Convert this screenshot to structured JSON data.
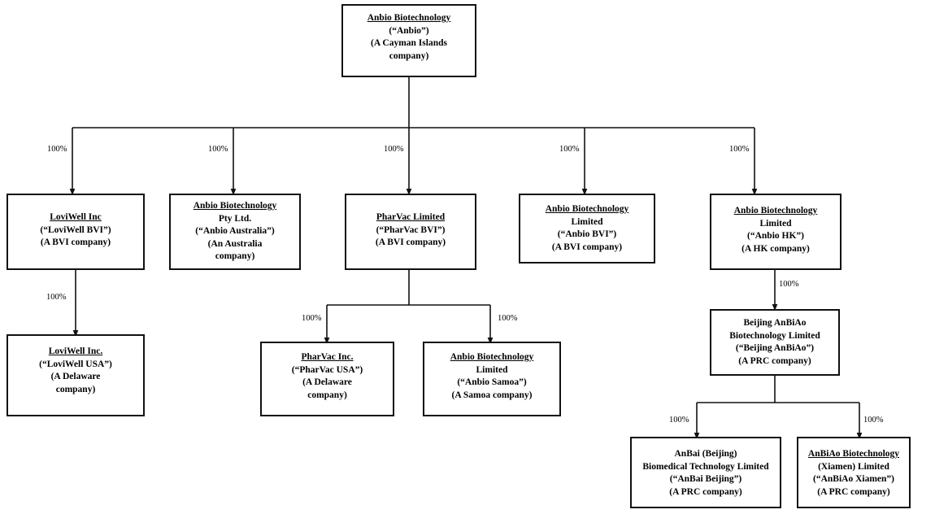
{
  "diagram": {
    "title": "Anbio Biotechnology corporate structure chart",
    "edge_color": "#111111",
    "box_border_color": "#111111",
    "background": "#ffffff"
  },
  "nodes": [
    {
      "id": "anbio-cayman",
      "lines": [
        {
          "text": "Anbio Biotechnology",
          "underline": true
        },
        {
          "text": "(“Anbio”)",
          "underline": false
        },
        {
          "text": "(A Cayman Islands",
          "underline": false
        },
        {
          "text": "company)",
          "underline": false
        }
      ]
    },
    {
      "id": "loviwell-bvi",
      "lines": [
        {
          "text": "LoviWell Inc",
          "underline": true
        },
        {
          "text": "(“LoviWell BVI”)",
          "underline": false
        },
        {
          "text": "(A BVI company)",
          "underline": false
        }
      ]
    },
    {
      "id": "anbio-australia",
      "lines": [
        {
          "text": "Anbio Biotechnology",
          "underline": true
        },
        {
          "text": "Pty Ltd.",
          "underline": false
        },
        {
          "text": "(“Anbio Australia”)",
          "underline": false
        },
        {
          "text": "(An Australia",
          "underline": false
        },
        {
          "text": "company)",
          "underline": false
        }
      ]
    },
    {
      "id": "pharvac-bvi",
      "lines": [
        {
          "text": "PharVac Limited",
          "underline": true
        },
        {
          "text": "(“PharVac BVI”)",
          "underline": false
        },
        {
          "text": "(A BVI company)",
          "underline": false
        }
      ]
    },
    {
      "id": "anbio-bvi",
      "lines": [
        {
          "text": "Anbio Biotechnology",
          "underline": true
        },
        {
          "text": "Limited",
          "underline": false
        },
        {
          "text": "(“Anbio BVI”)",
          "underline": false
        },
        {
          "text": "(A BVI company)",
          "underline": false
        }
      ]
    },
    {
      "id": "anbio-hk",
      "lines": [
        {
          "text": "Anbio Biotechnology",
          "underline": true
        },
        {
          "text": "Limited",
          "underline": false
        },
        {
          "text": "(“Anbio HK”)",
          "underline": false
        },
        {
          "text": "(A HK company)",
          "underline": false
        }
      ]
    },
    {
      "id": "loviwell-usa",
      "lines": [
        {
          "text": "LoviWell Inc.",
          "underline": true
        },
        {
          "text": "(“LoviWell USA”)",
          "underline": false
        },
        {
          "text": "(A Delaware",
          "underline": false
        },
        {
          "text": "company)",
          "underline": false
        }
      ]
    },
    {
      "id": "pharvac-usa",
      "lines": [
        {
          "text": "PharVac Inc.",
          "underline": true
        },
        {
          "text": "(“PharVac USA”)",
          "underline": false
        },
        {
          "text": "(A Delaware",
          "underline": false
        },
        {
          "text": "company)",
          "underline": false
        }
      ]
    },
    {
      "id": "anbio-samoa",
      "lines": [
        {
          "text": "Anbio Biotechnology",
          "underline": true
        },
        {
          "text": "Limited",
          "underline": false
        },
        {
          "text": "(“Anbio Samoa”)",
          "underline": false
        },
        {
          "text": "(A Samoa company)",
          "underline": false
        }
      ]
    },
    {
      "id": "beijing-anbiao",
      "lines": [
        {
          "text": "Beijing AnBiAo",
          "underline": false
        },
        {
          "text": "Biotechnology Limited",
          "underline": false
        },
        {
          "text": "(“Beijing AnBiAo”)",
          "underline": false
        },
        {
          "text": "(A PRC company)",
          "underline": false
        }
      ]
    },
    {
      "id": "anbai-beijing",
      "lines": [
        {
          "text": "AnBai (Beijing)",
          "underline": false
        },
        {
          "text": "Biomedical Technology Limited",
          "underline": false
        },
        {
          "text": "(“AnBai Beijing”)",
          "underline": false
        },
        {
          "text": "(A PRC company)",
          "underline": false
        }
      ]
    },
    {
      "id": "anbiao-xiamen",
      "lines": [
        {
          "text": "AnBiAo Biotechnology",
          "underline": true
        },
        {
          "text": "(Xiamen) Limited",
          "underline": false
        },
        {
          "text": "(“AnBiAo Xiamen”)",
          "underline": false
        },
        {
          "text": "(A PRC company)",
          "underline": false
        }
      ]
    }
  ],
  "ownership_labels": [
    {
      "id": "pct-loviwell-bvi",
      "text": "100%"
    },
    {
      "id": "pct-anbio-australia",
      "text": "100%"
    },
    {
      "id": "pct-pharvac-bvi",
      "text": "100%"
    },
    {
      "id": "pct-anbio-bvi",
      "text": "100%"
    },
    {
      "id": "pct-anbio-hk",
      "text": "100%"
    },
    {
      "id": "pct-loviwell-usa",
      "text": "100%"
    },
    {
      "id": "pct-pharvac-usa",
      "text": "100%"
    },
    {
      "id": "pct-anbio-samoa",
      "text": "100%"
    },
    {
      "id": "pct-beijing-anbiao",
      "text": "100%"
    },
    {
      "id": "pct-anbai-beijing",
      "text": "100%"
    },
    {
      "id": "pct-anbiao-xiamen",
      "text": "100%"
    }
  ]
}
